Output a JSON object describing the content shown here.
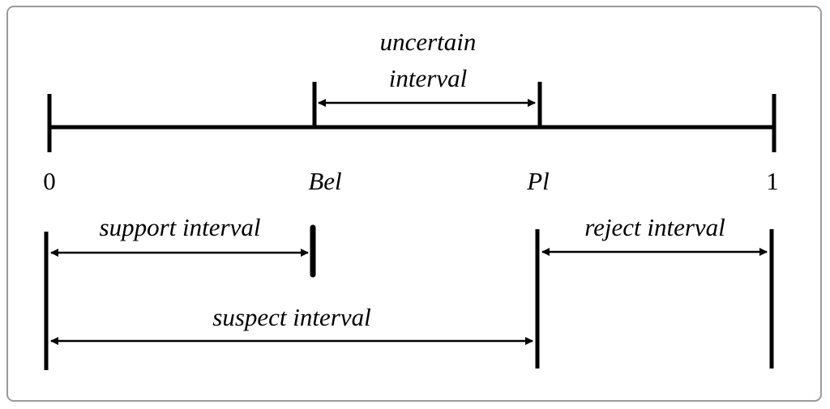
{
  "labels": {
    "uncertain_line1": "uncertain",
    "uncertain_line2": "interval",
    "zero": "0",
    "bel": "Bel",
    "pl": "Pl",
    "one": "1",
    "support": "support interval",
    "reject": "reject interval",
    "suspect": "suspect interval"
  },
  "colors": {
    "line": "#000000",
    "frame": "#9a9a9a"
  }
}
